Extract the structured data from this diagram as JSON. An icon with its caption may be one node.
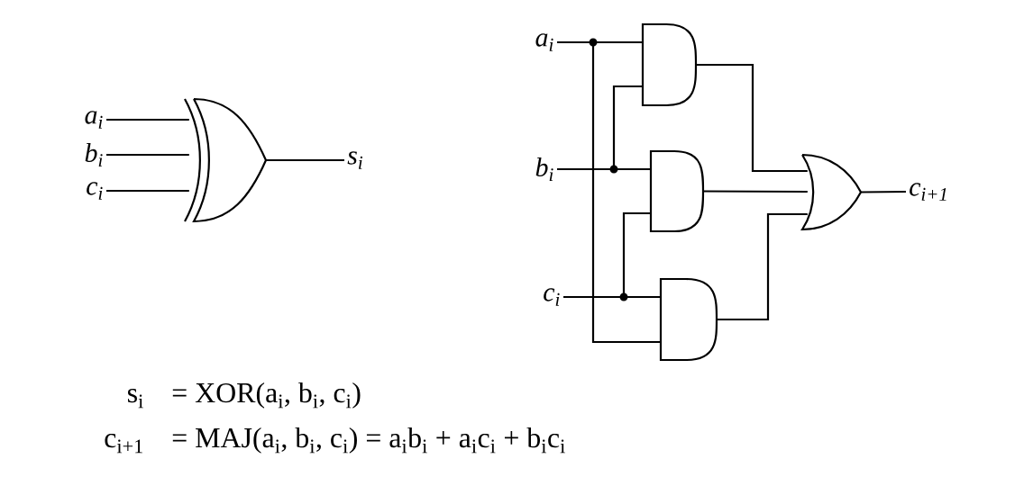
{
  "diagram": {
    "nodes": [
      {
        "text": [
          "a$_{i}$"
        ]
      },
      {
        "text": [
          "b$_{i}$"
        ]
      },
      {
        "text": [
          "c$_{i}$"
        ]
      },
      {
        "text": [],
        "shape": "gate"
      },
      {
        "text": [
          "s$_{i}$"
        ]
      },
      {
        "text": [
          "a$_{i}$"
        ]
      },
      {
        "text": [
          "b$_{i}$"
        ]
      },
      {
        "text": [
          "c$_{i}$"
        ]
      },
      {
        "text": [],
        "shape": "gate"
      },
      {
        "text": [],
        "shape": "gate"
      },
      {
        "text": [],
        "shape": "gate"
      },
      {
        "text": [],
        "shape": "gate"
      },
      {
        "text": [
          "c$_{i+1}$"
        ]
      }
    ],
    "edges": [
      {
        "from": 0,
        "to": 3,
        "arrow": "none"
      },
      {
        "from": 1,
        "to": 3,
        "arrow": "none"
      },
      {
        "from": 2,
        "to": 3,
        "arrow": "none"
      },
      {
        "from": 3,
        "to": 4,
        "arrow": "none"
      },
      {
        "from": 5,
        "to": 8,
        "arrow": "none"
      },
      {
        "from": 5,
        "to": 10,
        "arrow": "none"
      },
      {
        "from": 6,
        "to": 9,
        "arrow": "none"
      },
      {
        "from": 6,
        "to": 8,
        "arrow": "none"
      },
      {
        "from": 7,
        "to": 10,
        "arrow": "none"
      },
      {
        "from": 7,
        "to": 9,
        "arrow": "none"
      },
      {
        "from": 8,
        "to": 11,
        "arrow": "none"
      },
      {
        "from": 9,
        "to": 11,
        "arrow": "none"
      },
      {
        "from": 10,
        "to": 11,
        "arrow": "none"
      },
      {
        "from": 11,
        "to": 12,
        "arrow": "none"
      }
    ],
    "labels": [
      "s$_{i}$",
      "= XOR(a$_{i}$, b$_{i}$, c$_{i}$)",
      "c$_{i+1}$",
      "= MAJ(a$_{i}$, b$_{i}$, c$_{i}$) = a$_{i}$b$_{i}$ + a$_{i}$c$_{i}$ + b$_{i}$c$_{i}$"
    ]
  }
}
